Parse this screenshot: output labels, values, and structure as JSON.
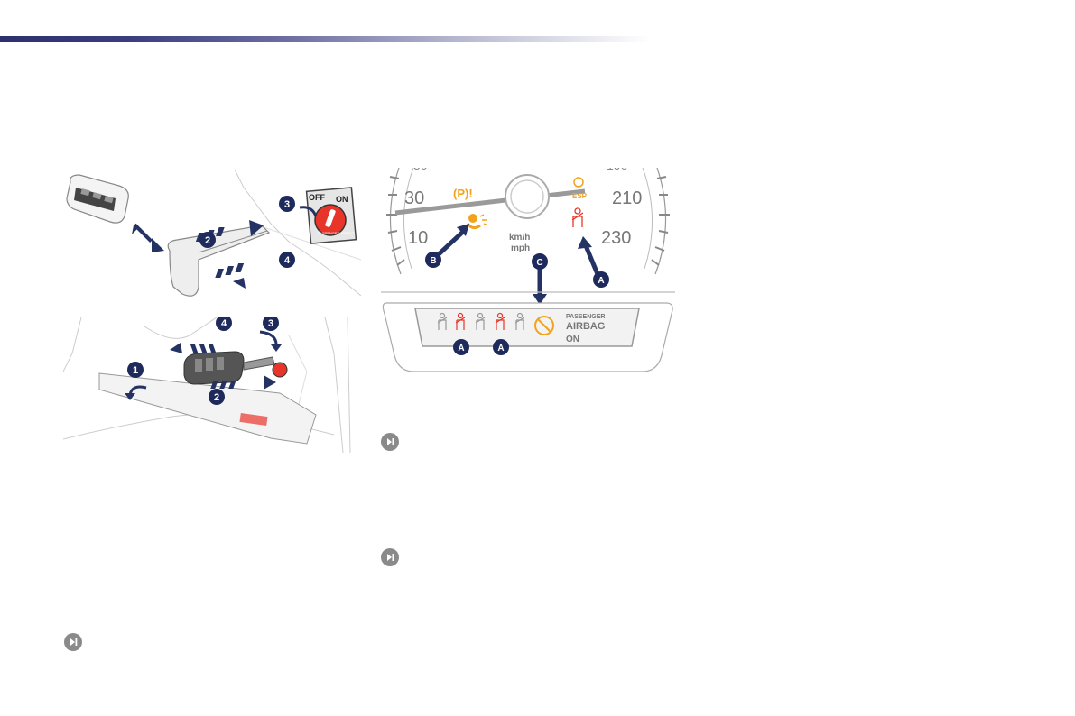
{
  "header": {
    "page_number": ""
  },
  "fig_key": {
    "steps": [
      "1",
      "2",
      "3",
      "4"
    ],
    "switch_off": "OFF",
    "switch_on": "ON",
    "switch_ring_text": "PASSENGER AIRBAG"
  },
  "fig_cluster": {
    "gauge_30": "30",
    "gauge_10": "10",
    "gauge_210": "210",
    "gauge_230": "230",
    "unit_kmh": "km/h",
    "unit_mph": "mph",
    "markers": [
      "A",
      "B",
      "C"
    ],
    "panel_passenger": "PASSENGER",
    "panel_airbag": "AIRBAG",
    "panel_on": "ON",
    "panel_markers": [
      "A",
      "A"
    ],
    "park_brake_symbol": "(P)!",
    "esp_label": "ESP"
  },
  "colors": {
    "navy": "#1f2a5c",
    "arrow_navy": "#243264",
    "warning_orange": "#f3a21c",
    "warning_red": "#e8352a",
    "line_gray": "#9a9a9a",
    "icon_gray": "#8a8a8a"
  },
  "icons": [
    "next-section-icon"
  ]
}
